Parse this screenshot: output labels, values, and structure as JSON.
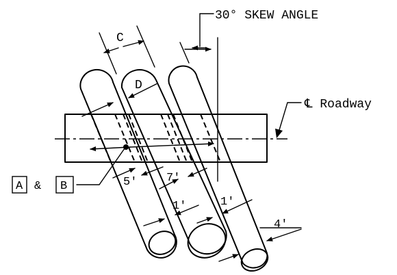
{
  "labels": {
    "skew_angle": "30° SKEW ANGLE",
    "roadway": "℄ Roadway",
    "dim_c": "C",
    "dim_d": "D",
    "dim_5ft": "5'",
    "dim_7ft": "7'",
    "dim_1ft_a": "1'",
    "dim_1ft_b": "1'",
    "dim_4ft": "4'",
    "box_a": "A",
    "ampersand": "&",
    "box_b": "B"
  }
}
